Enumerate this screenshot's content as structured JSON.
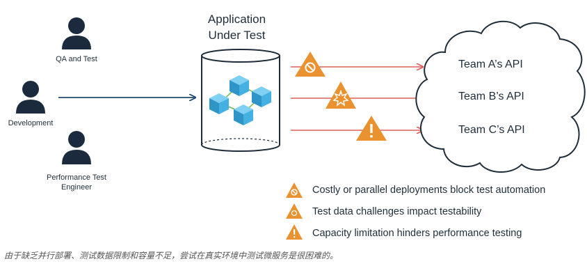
{
  "actors": [
    {
      "label": "QA and Test"
    },
    {
      "label": "Development"
    },
    {
      "label_lines": [
        "Performance Test",
        "Engineer"
      ]
    }
  ],
  "app": {
    "title_lines": [
      "Application",
      "Under Test"
    ]
  },
  "teams": [
    "Team A’s API",
    "Team B’s API",
    "Team C’s API"
  ],
  "legend": [
    {
      "icon": "no-entry-warning-icon",
      "text": "Costly or parallel deployments block test automation"
    },
    {
      "icon": "burst-warning-icon",
      "text": "Test data challenges impact testability"
    },
    {
      "icon": "exclamation-warning-icon",
      "text": "Capacity limitation hinders performance testing"
    }
  ],
  "caption": "由于缺乏并行部署、测试数据限制和容量不足，尝试在真实环境中测试微服务是很困难的。",
  "colors": {
    "person": "#1b2b3d",
    "blue_arrow": "#22496e",
    "red_arrow": "#e0605a",
    "warning": "#e9922f",
    "cube": "#3aa8dc",
    "cloud_stroke": "#1f2d3a"
  }
}
